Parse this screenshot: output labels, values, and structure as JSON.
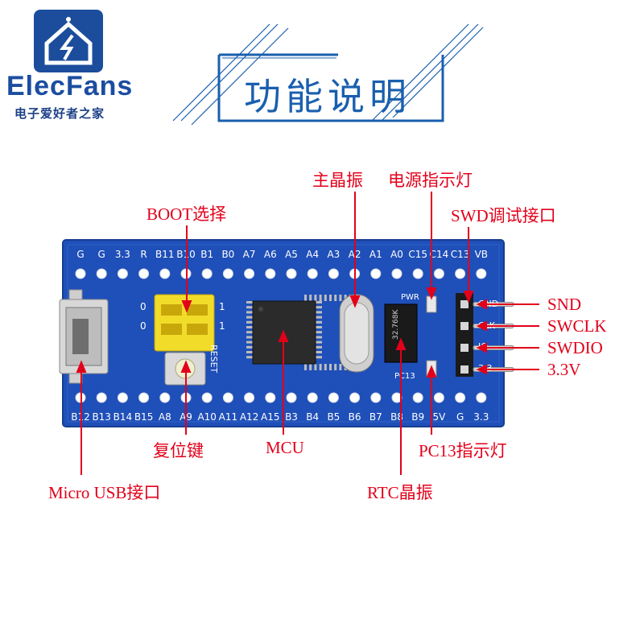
{
  "brand": {
    "name": "ElecFans",
    "subtitle": "电子爱好者之家"
  },
  "title": "功能说明",
  "board": {
    "top_pins": [
      "G",
      "G",
      "3.3",
      "R",
      "B11",
      "B10",
      "B1",
      "B0",
      "A7",
      "A6",
      "A5",
      "A4",
      "A3",
      "A2",
      "A1",
      "A0",
      "C15",
      "C14",
      "C13",
      "VB"
    ],
    "bottom_pins": [
      "B12",
      "B13",
      "B14",
      "B15",
      "A8",
      "A9",
      "A10",
      "A11",
      "A12",
      "A15",
      "B3",
      "B4",
      "B5",
      "B6",
      "B7",
      "B8",
      "B9",
      "5V",
      "G",
      "3.3"
    ],
    "silk_reset": "RESET",
    "silk_pwr": "PWR",
    "silk_pc13": "PC13",
    "silk_crystal": "32.768K",
    "boot_marks": [
      "0",
      "0",
      "1",
      "1"
    ],
    "swd_silk": [
      "GND",
      "CLK",
      "IO",
      "3.3"
    ]
  },
  "labels": {
    "boot": "BOOT选择",
    "main_crystal": "主晶振",
    "power_led": "电源指示灯",
    "swd_port": "SWD调试接口",
    "snd": "SND",
    "swclk": "SWCLK",
    "swdio": "SWDIO",
    "v33": "3.3V",
    "reset_key": "复位键",
    "mcu": "MCU",
    "pc13_led": "PC13指示灯",
    "micro_usb": "Micro USB接口",
    "rtc_crystal": "RTC晶振"
  },
  "colors": {
    "label": "#e2001a",
    "board": "#1f4fb8",
    "brand": "#1b4da0",
    "title": "#1a5fae"
  }
}
